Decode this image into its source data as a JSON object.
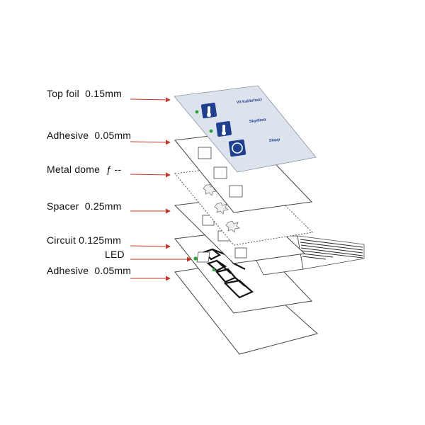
{
  "layers": [
    {
      "name": "Top foil",
      "value": "0.15mm"
    },
    {
      "name": "Adhesive",
      "value": "0.05mm"
    },
    {
      "name": "Metal dome",
      "value": "ƒ --"
    },
    {
      "name": "Spacer",
      "value": "0.25mm"
    },
    {
      "name": "Circuit",
      "value": "0.125mm"
    },
    {
      "name": "LED",
      "value": ""
    },
    {
      "name": "Adhesive",
      "value": "0.05mm"
    }
  ],
  "top_foil_buttons": [
    "Vit Kalibrfrekt",
    "Skydfrett",
    "Stopp"
  ],
  "colors": {
    "foil": "#dde3ec",
    "button": "#1f3f8f",
    "led": "#2e9e3a",
    "leader": "#c0392b",
    "outline": "#444444"
  }
}
